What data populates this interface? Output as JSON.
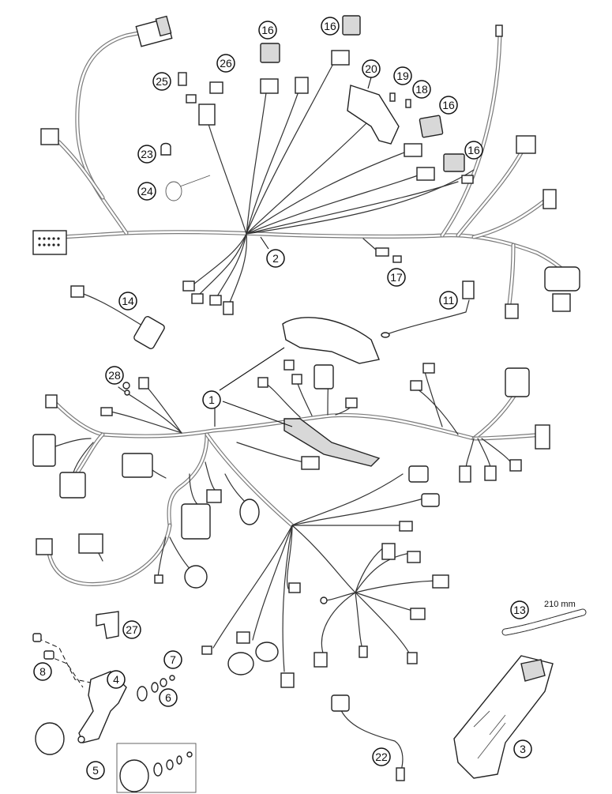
{
  "diagram": {
    "callouts": [
      {
        "id": "c16a",
        "label": "16"
      },
      {
        "id": "c16b",
        "label": "16"
      },
      {
        "id": "c16c",
        "label": "16"
      },
      {
        "id": "c16d",
        "label": "16"
      },
      {
        "id": "c26",
        "label": "26"
      },
      {
        "id": "c25",
        "label": "25"
      },
      {
        "id": "c20",
        "label": "20"
      },
      {
        "id": "c19",
        "label": "19"
      },
      {
        "id": "c18",
        "label": "18"
      },
      {
        "id": "c23",
        "label": "23"
      },
      {
        "id": "c24",
        "label": "24"
      },
      {
        "id": "c2",
        "label": "2"
      },
      {
        "id": "c17",
        "label": "17"
      },
      {
        "id": "c14",
        "label": "14"
      },
      {
        "id": "c11",
        "label": "11"
      },
      {
        "id": "c28",
        "label": "28"
      },
      {
        "id": "c1",
        "label": "1"
      },
      {
        "id": "c27",
        "label": "27"
      },
      {
        "id": "c7",
        "label": "7"
      },
      {
        "id": "c8",
        "label": "8"
      },
      {
        "id": "c4",
        "label": "4"
      },
      {
        "id": "c6",
        "label": "6"
      },
      {
        "id": "c5",
        "label": "5"
      },
      {
        "id": "c13",
        "label": "13"
      },
      {
        "id": "c22",
        "label": "22"
      },
      {
        "id": "c3",
        "label": "3"
      }
    ],
    "dimension_label": "210 mm"
  }
}
